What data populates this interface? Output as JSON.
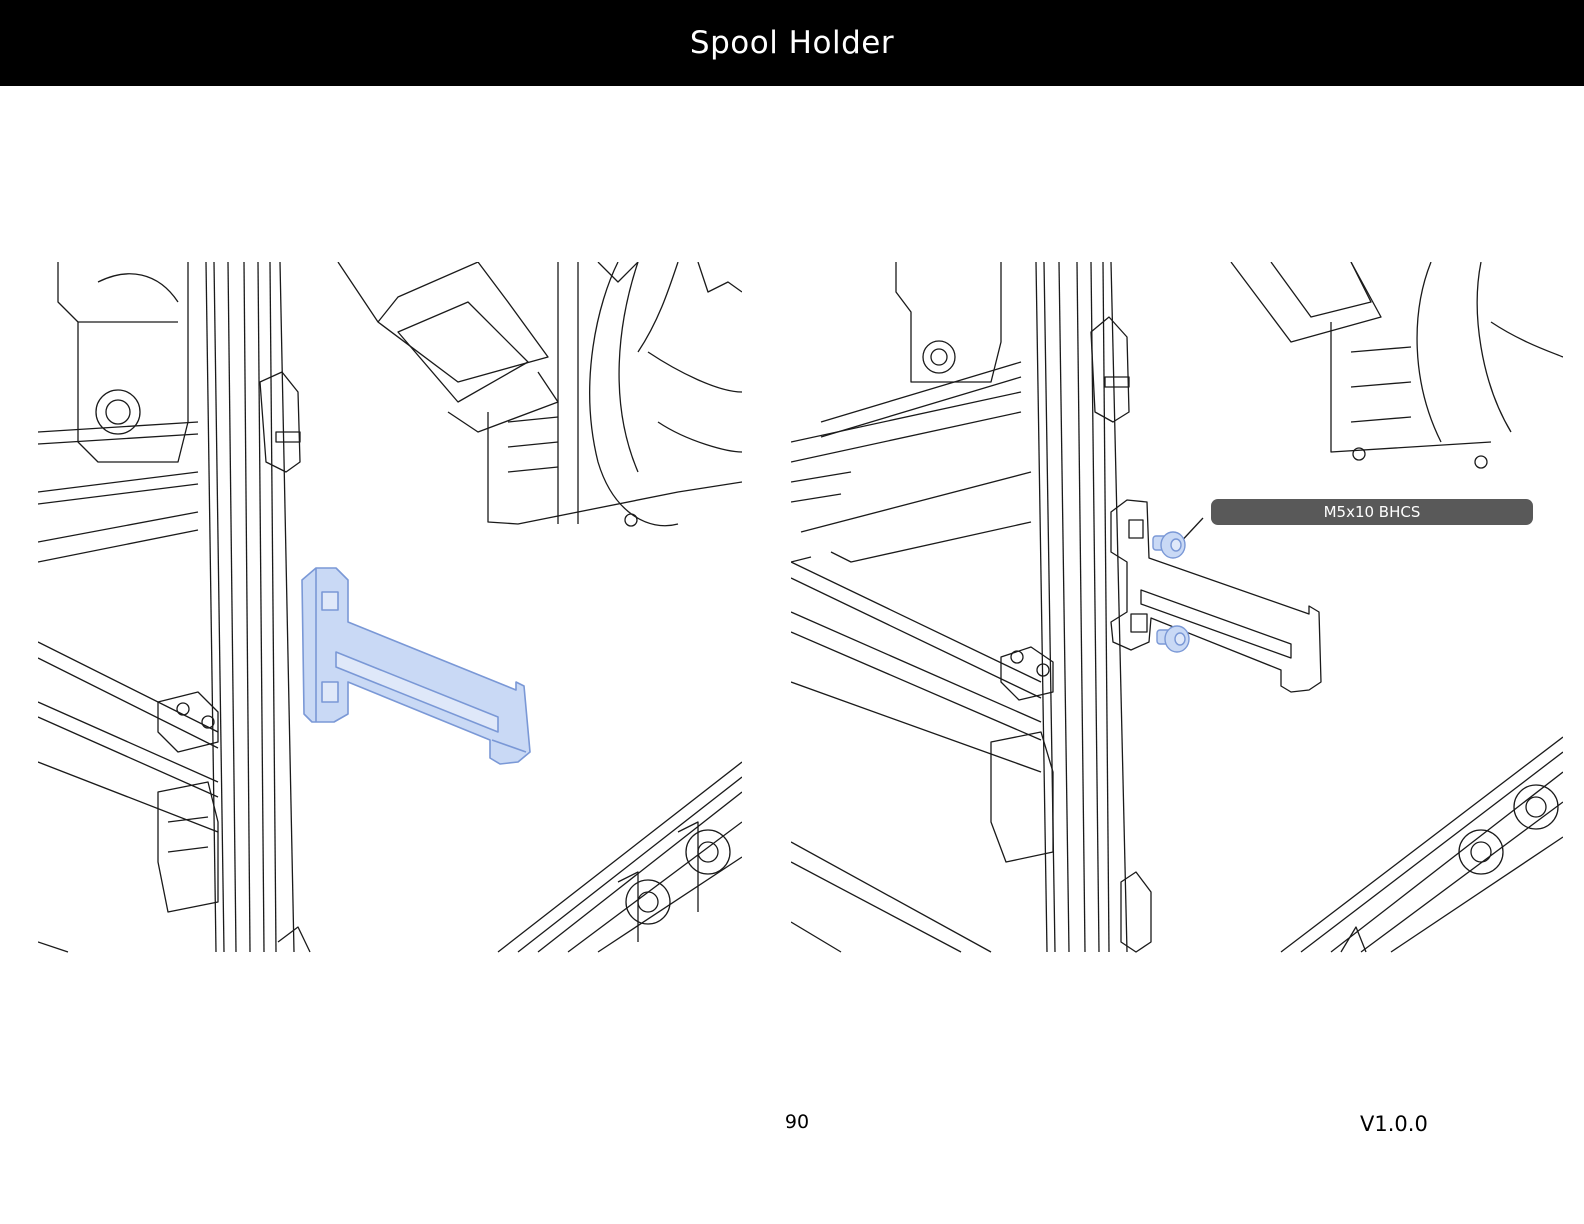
{
  "header": {
    "title": "Spool Holder"
  },
  "figures": {
    "left": {
      "icon": "spool-holder-highlight-drawing"
    },
    "right": {
      "icon": "spool-holder-installed-drawing"
    }
  },
  "callout": {
    "label": "M5x10 BHCS"
  },
  "footer": {
    "page_number": "90",
    "version": "V1.0.0"
  },
  "colors": {
    "header_bg": "#000000",
    "header_text": "#ffffff",
    "highlight_fill": "#c9d9f5",
    "highlight_stroke": "#7a98d6",
    "callout_bg": "#595959",
    "line": "#1a1a1a"
  }
}
